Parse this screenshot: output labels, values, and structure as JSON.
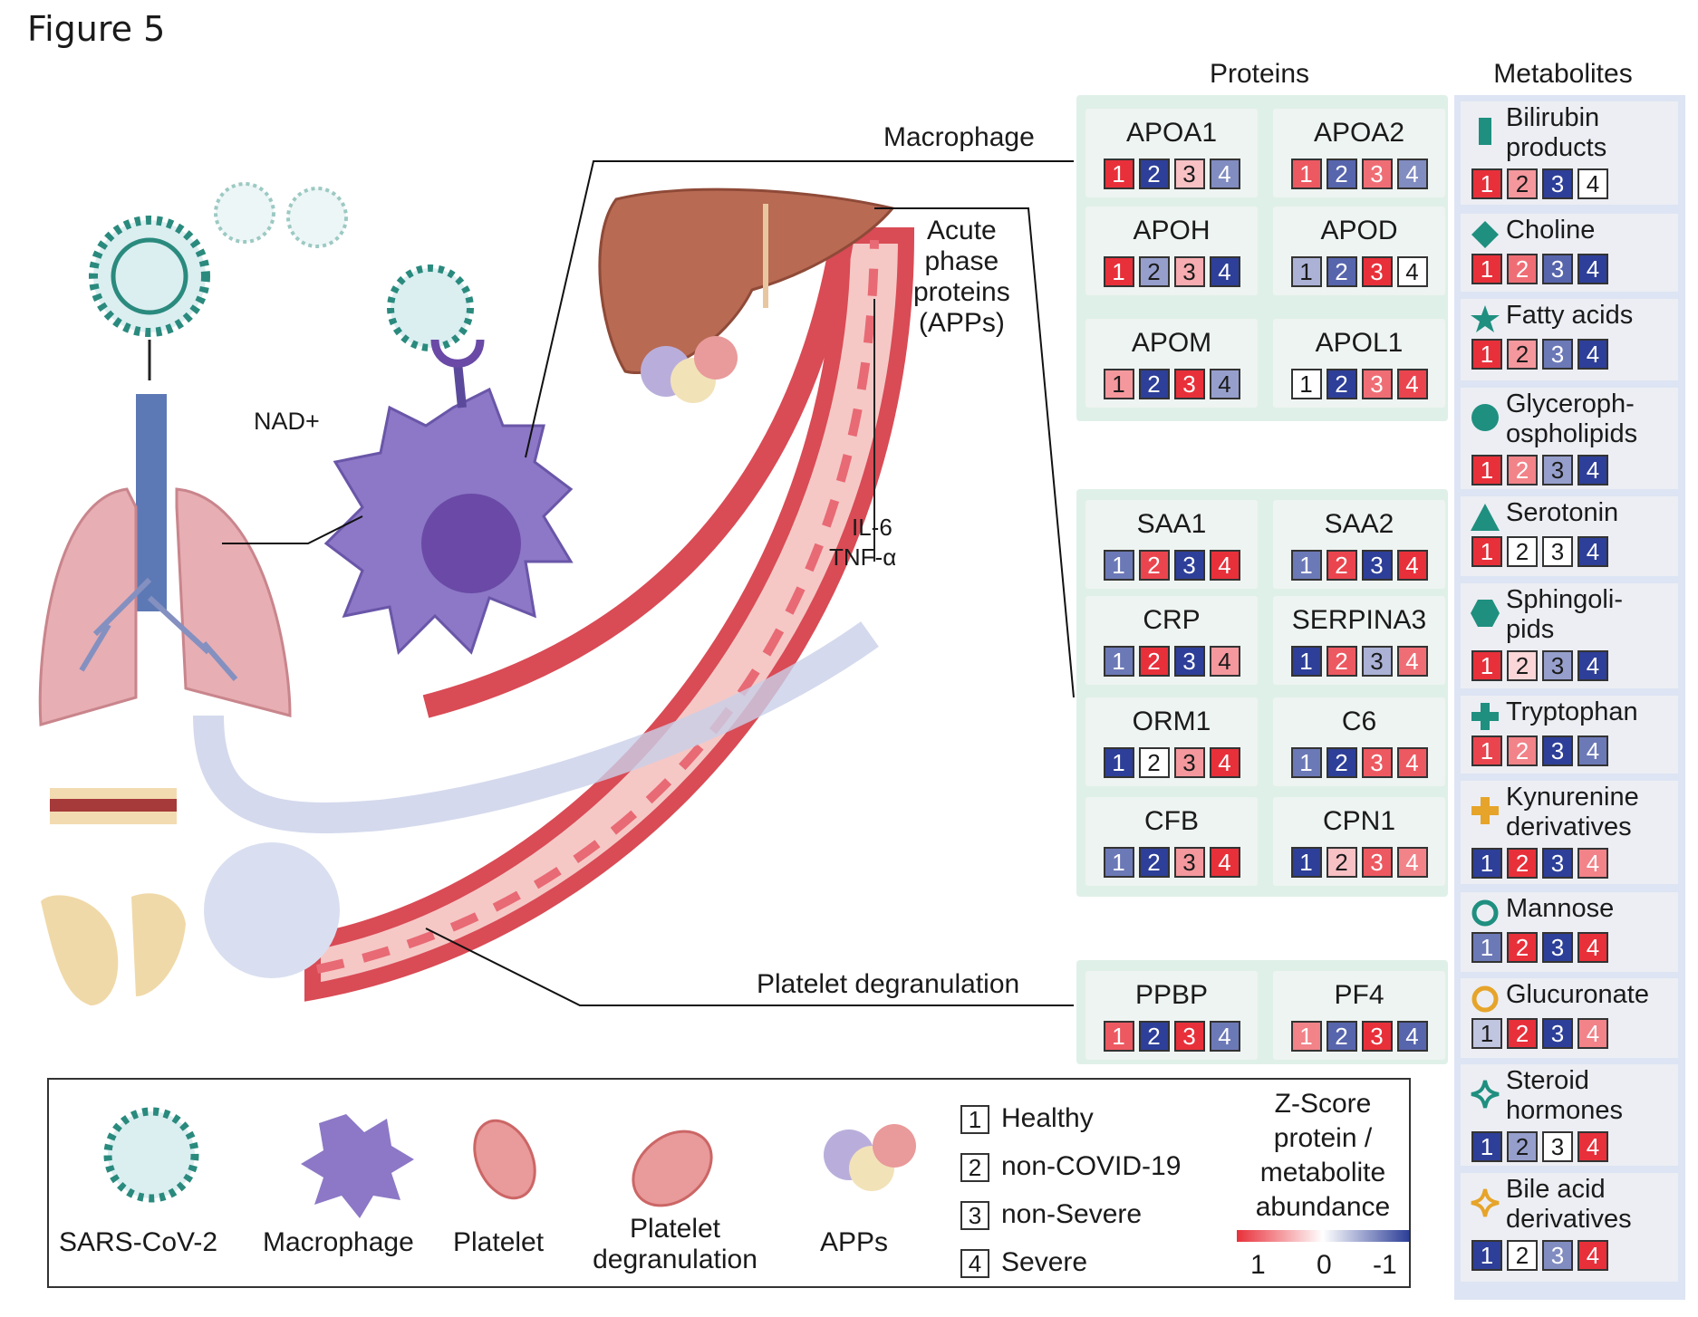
{
  "figure_title": "Figure 5",
  "headers": {
    "proteins": "Proteins",
    "metabolites": "Metabolites"
  },
  "diagram_labels": {
    "macrophage": "Macrophage",
    "acute_phase": [
      "Acute",
      "phase",
      "proteins",
      "(APPs)"
    ],
    "nad": "NAD+",
    "il6": "IL-6",
    "tnf": "TNF-α",
    "platelet_degranulation": "Platelet degranulation"
  },
  "scale": {
    "1": "#e8303a",
    "0.5": "#f3a3a6",
    "0": "#ffffff",
    "-0.5": "#aeb2dc",
    "-1": "#2d3f98"
  },
  "proteins": [
    {
      "name": "APOA1",
      "z": [
        1,
        -1,
        0.3,
        -0.6
      ]
    },
    {
      "name": "APOA2",
      "z": [
        0.8,
        -0.8,
        0.7,
        -0.6
      ]
    },
    {
      "name": "APOH",
      "z": [
        1,
        -0.5,
        0.4,
        -1
      ]
    },
    {
      "name": "APOD",
      "z": [
        -0.4,
        -0.8,
        1,
        0
      ]
    },
    {
      "name": "APOM",
      "z": [
        0.5,
        -1,
        1,
        -0.5
      ]
    },
    {
      "name": "APOL1",
      "z": [
        0,
        -1,
        0.7,
        0.9
      ]
    },
    {
      "name": "SAA1",
      "z": [
        -0.7,
        0.9,
        -1,
        1
      ]
    },
    {
      "name": "SAA2",
      "z": [
        -0.7,
        0.9,
        -1,
        1
      ]
    },
    {
      "name": "CRP",
      "z": [
        -0.7,
        1,
        -1,
        0.5
      ]
    },
    {
      "name": "SERPINA3",
      "z": [
        -1,
        0.8,
        -0.4,
        0.7
      ]
    },
    {
      "name": "ORM1",
      "z": [
        -1,
        0,
        0.5,
        1
      ]
    },
    {
      "name": "C6",
      "z": [
        -0.7,
        -1,
        0.8,
        0.8
      ]
    },
    {
      "name": "CFB",
      "z": [
        -0.7,
        -1,
        0.5,
        1
      ]
    },
    {
      "name": "CPN1",
      "z": [
        -1,
        0.3,
        0.8,
        0.6
      ]
    },
    {
      "name": "PPBP",
      "z": [
        0.8,
        -1,
        1,
        -0.7
      ]
    },
    {
      "name": "PF4",
      "z": [
        0.6,
        -0.8,
        1,
        -0.8
      ]
    }
  ],
  "metabolites": [
    {
      "label": [
        "Bilirubin",
        "products"
      ],
      "icon": "rectangle-icon",
      "z": [
        1,
        0.5,
        -1,
        0
      ]
    },
    {
      "label": [
        "Choline"
      ],
      "icon": "diamond-icon",
      "z": [
        1,
        0.7,
        -0.8,
        -1
      ]
    },
    {
      "label": [
        "Fatty acids"
      ],
      "icon": "star-icon",
      "z": [
        1,
        0.5,
        -0.7,
        -1
      ]
    },
    {
      "label": [
        "Glyceroph-",
        "ospholipids"
      ],
      "icon": "circle-icon",
      "z": [
        1,
        0.6,
        -0.5,
        -1
      ]
    },
    {
      "label": [
        "Serotonin"
      ],
      "icon": "triangle-icon",
      "z": [
        1,
        0,
        0,
        -1
      ]
    },
    {
      "label": [
        "Sphingoli-",
        "pids"
      ],
      "icon": "hexagon-icon",
      "z": [
        1,
        0.2,
        -0.5,
        -1
      ]
    },
    {
      "label": [
        "Tryptophan"
      ],
      "icon": "plus-icon",
      "z": [
        0.9,
        0.6,
        -1,
        -0.7
      ]
    },
    {
      "label": [
        "Kynurenine",
        "derivatives"
      ],
      "icon": "plus-icon",
      "z": [
        -1,
        1,
        -1,
        0.6
      ]
    },
    {
      "label": [
        "Mannose"
      ],
      "icon": "ring-icon",
      "z": [
        -0.7,
        1,
        -1,
        1
      ]
    },
    {
      "label": [
        "Glucuronate"
      ],
      "icon": "ring-icon",
      "z": [
        -0.3,
        1,
        -1,
        0.6
      ]
    },
    {
      "label": [
        "Steroid",
        "hormones"
      ],
      "icon": "sparkle-icon",
      "z": [
        -1,
        -0.5,
        0,
        1
      ]
    },
    {
      "label": [
        "Bile acid",
        "derivatives"
      ],
      "icon": "sparkle-icon",
      "z": [
        -1,
        0,
        -0.6,
        1
      ]
    }
  ],
  "legend": {
    "items": [
      "SARS-CoV-2",
      "Macrophage",
      "Platelet",
      "Platelet",
      "degranulation",
      "APPs"
    ],
    "groups": [
      {
        "n": "1",
        "label": "Healthy"
      },
      {
        "n": "2",
        "label": "non-COVID-19"
      },
      {
        "n": "3",
        "label": "non-Severe"
      },
      {
        "n": "4",
        "label": "Severe"
      }
    ],
    "zscore": [
      "Z-Score",
      "protein /",
      "metabolite",
      "abundance"
    ],
    "ticks": [
      "1",
      "0",
      "-1"
    ]
  }
}
